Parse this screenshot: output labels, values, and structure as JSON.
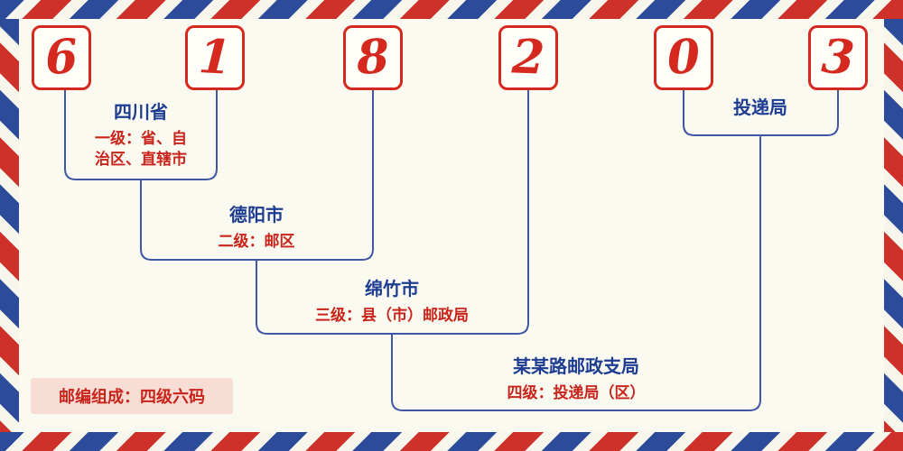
{
  "postal_code": {
    "digits": [
      "6",
      "1",
      "8",
      "2",
      "0",
      "3"
    ]
  },
  "groups": [
    {
      "name": "四川省",
      "desc": "一级：省、自治区、直辖市"
    },
    {
      "name": "德阳市",
      "desc": "二级：邮区"
    },
    {
      "name": "绵竹市",
      "desc": "三级：县（市）邮政局"
    },
    {
      "name": "某某路邮政支局",
      "desc": "四级：投递局（区）"
    },
    {
      "name": "投递局",
      "desc": ""
    }
  ],
  "footer": {
    "composition": "邮编组成：四级六码"
  },
  "colors": {
    "digit_red": "#d5281e",
    "label_navy": "#1d3c92",
    "sublabel_red": "#c9241b",
    "line_blue": "#3f57a7",
    "stripe_red": "#ce312a",
    "stripe_blue": "#2c4b9b",
    "background_cream": "#fbfaf1",
    "tag_pink": "#f7ddd4"
  }
}
